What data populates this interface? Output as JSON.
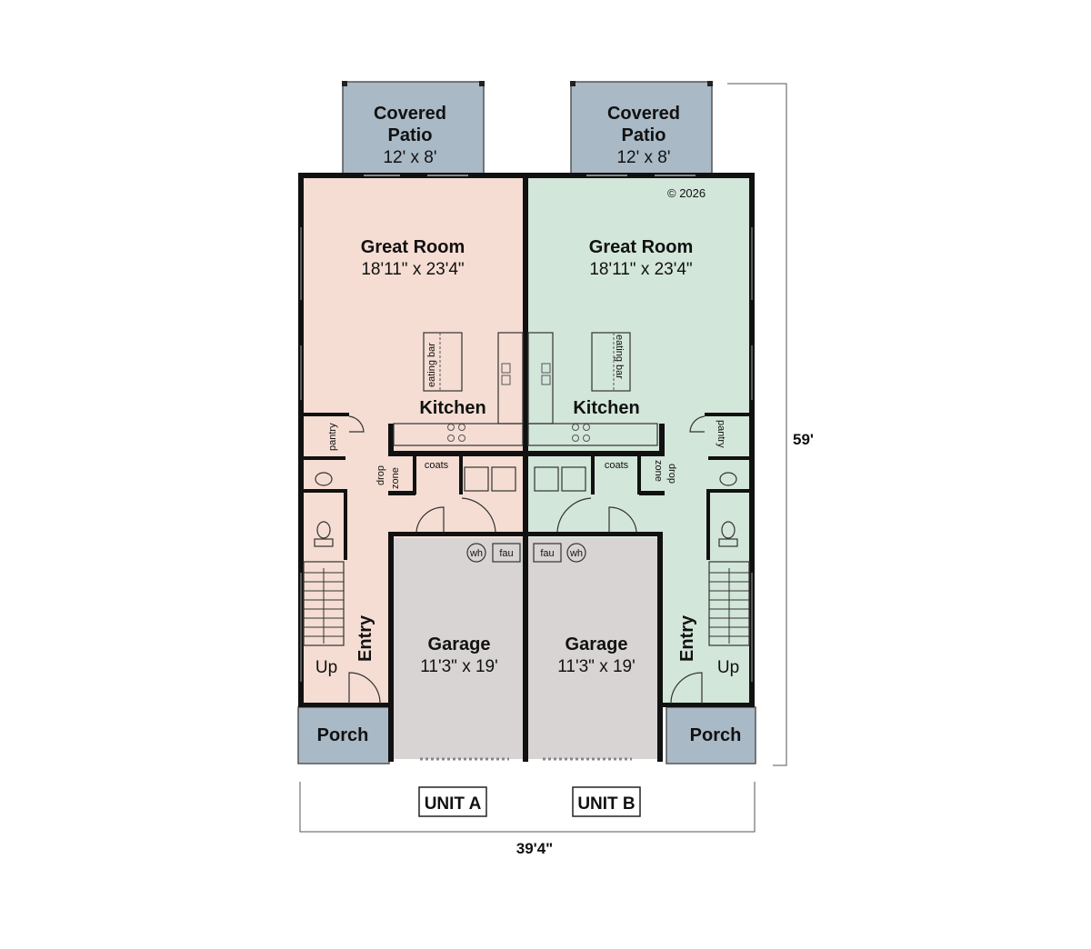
{
  "colors": {
    "unit_a_fill": "#f5ddd3",
    "unit_b_fill": "#d3e6da",
    "garage_fill": "#d9d4d4",
    "patio_fill": "#a9b9c6",
    "wall": "#111111"
  },
  "copyright": "© 2026",
  "dimensions": {
    "depth": "59'",
    "width": "39'4\""
  },
  "unit_a": {
    "tag": "UNIT A",
    "patio": {
      "name_line1": "Covered",
      "name_line2": "Patio",
      "size": "12' x 8'"
    },
    "great_room": {
      "name": "Great Room",
      "size": "18'11\" x 23'4\""
    },
    "kitchen": "Kitchen",
    "eating_bar": "eating bar",
    "pantry": "pantry",
    "coats": "coats",
    "drop": "drop",
    "zone": "zone",
    "wh": "wh",
    "fau": "fau",
    "garage": {
      "name": "Garage",
      "size": "11'3\" x 19'"
    },
    "entry": "Entry",
    "up": "Up",
    "porch": "Porch"
  },
  "unit_b": {
    "tag": "UNIT B",
    "patio": {
      "name_line1": "Covered",
      "name_line2": "Patio",
      "size": "12' x 8'"
    },
    "great_room": {
      "name": "Great Room",
      "size": "18'11\" x 23'4\""
    },
    "kitchen": "Kitchen",
    "eating_bar": "eating bar",
    "pantry": "pantry",
    "coats": "coats",
    "drop": "drop",
    "zone": "zone",
    "wh": "wh",
    "fau": "fau",
    "garage": {
      "name": "Garage",
      "size": "11'3\" x 19'"
    },
    "entry": "Entry",
    "up": "Up",
    "porch": "Porch"
  }
}
